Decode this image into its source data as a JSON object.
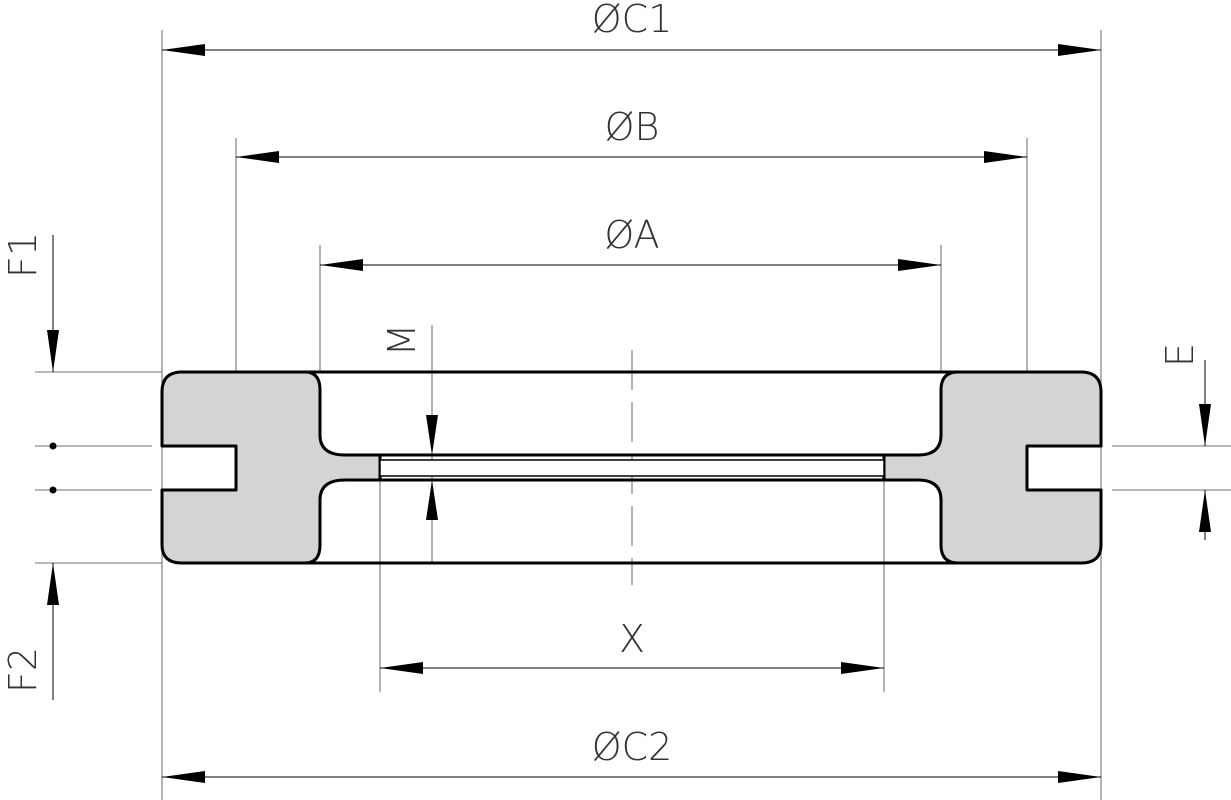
{
  "title": "Grommet dimension drawing",
  "labels": {
    "c1": "ØC1",
    "b": "ØB",
    "a": "ØA",
    "c2": "ØC2",
    "x": "X",
    "m": "M",
    "e": "E",
    "f1": "F1",
    "f2": "F2"
  },
  "colors": {
    "fill": "#d4d4d4",
    "line": "#000000"
  }
}
